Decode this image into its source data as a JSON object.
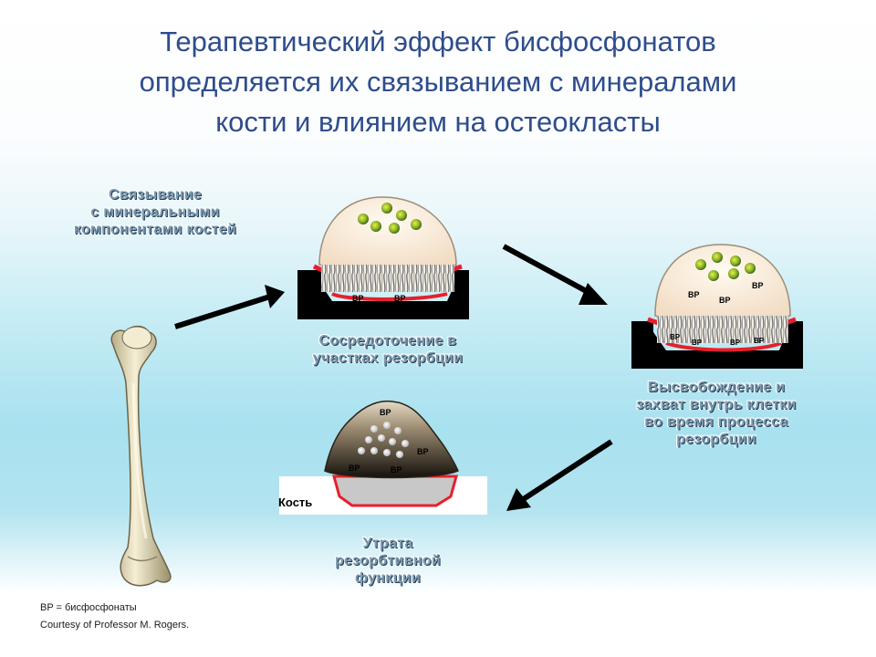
{
  "title_lines": [
    "Терапевтический эффект бисфосфонатов",
    "определяется их связыванием с минералами",
    "кости и влиянием на остеокласты"
  ],
  "labels": {
    "binding": [
      "Связывание",
      "с минеральными",
      "компонентами костей"
    ],
    "concentration": [
      "Сосредоточение в",
      "участках резорбции"
    ],
    "release": [
      "Высвобождение и",
      "захват внутрь клетки",
      "во время процесса",
      "резорбции"
    ],
    "loss": [
      "Утрата",
      "резорбтивной",
      "функции"
    ]
  },
  "bp_tag": "BP",
  "bone_label": "Кость",
  "legend": {
    "line1": "BP = бисфосфонаты",
    "line2": "Courtesy of  Professor M. Rogers."
  }
}
